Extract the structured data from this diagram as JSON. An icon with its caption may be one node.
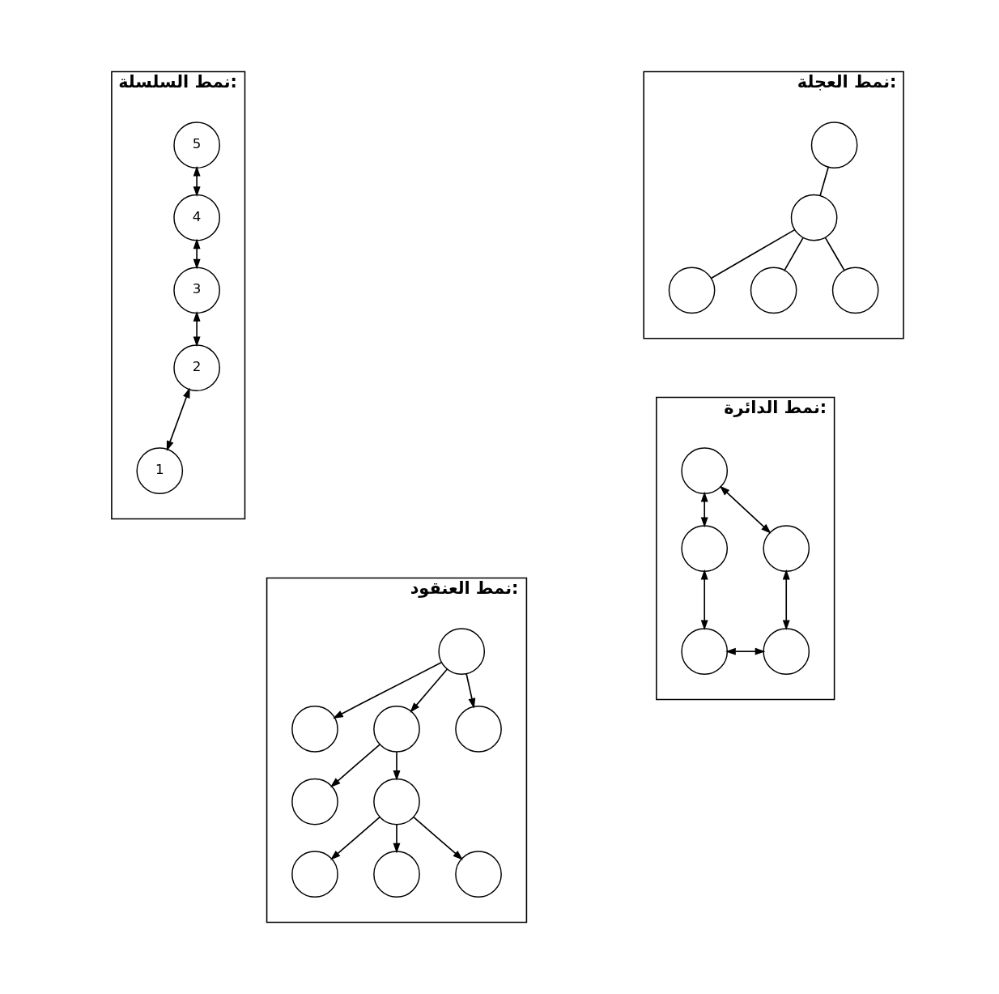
{
  "diagram": {
    "nodes": [
      {
        "text": [
          "نمط العجلة:"
        ]
      },
      {
        "text": [],
        "shape": "circle",
        "in": 0
      },
      {
        "text": [],
        "shape": "circle",
        "in": 0
      },
      {
        "text": [],
        "shape": "circle",
        "in": 0
      },
      {
        "text": [],
        "shape": "circle",
        "in": 0
      },
      {
        "text": [],
        "shape": "circle",
        "in": 0
      },
      {
        "text": [
          "نمط السلسلة:"
        ]
      },
      {
        "text": [
          "5"
        ],
        "in": 6
      },
      {
        "text": [
          "4"
        ],
        "in": 6
      },
      {
        "text": [
          "3"
        ],
        "in": 6
      },
      {
        "text": [
          "2"
        ],
        "in": 6
      },
      {
        "text": [
          "1"
        ],
        "in": 6
      },
      {
        "text": [
          "نمط الدائرة:"
        ]
      },
      {
        "text": [],
        "shape": "circle",
        "in": 12
      },
      {
        "text": [],
        "shape": "circle",
        "in": 12
      },
      {
        "text": [],
        "shape": "circle",
        "in": 12
      },
      {
        "text": [],
        "shape": "circle",
        "in": 12
      },
      {
        "text": [],
        "shape": "circle",
        "in": 12
      },
      {
        "text": [
          "نمط العنقود:"
        ]
      },
      {
        "text": [],
        "shape": "circle",
        "in": 18
      },
      {
        "text": [],
        "shape": "circle",
        "in": 18
      },
      {
        "text": [],
        "shape": "circle",
        "in": 18
      },
      {
        "text": [],
        "shape": "circle",
        "in": 18
      },
      {
        "text": [],
        "shape": "circle",
        "in": 18
      },
      {
        "text": [],
        "shape": "circle",
        "in": 18
      },
      {
        "text": [],
        "shape": "circle",
        "in": 18
      },
      {
        "text": [],
        "shape": "circle",
        "in": 18
      },
      {
        "text": [],
        "shape": "circle",
        "in": 18
      }
    ],
    "edges": [
      {
        "from": 1,
        "to": 3,
        "arrow": "none"
      },
      {
        "from": 2,
        "to": 3,
        "arrow": "none"
      },
      {
        "from": 3,
        "to": 4,
        "arrow": "none"
      },
      {
        "from": 3,
        "to": 5,
        "arrow": "none"
      },
      {
        "from": 7,
        "to": 8,
        "arrow": "both"
      },
      {
        "from": 8,
        "to": 9,
        "arrow": "both"
      },
      {
        "from": 9,
        "to": 10,
        "arrow": "both"
      },
      {
        "from": 10,
        "to": 11,
        "arrow": "both"
      },
      {
        "from": 13,
        "to": 14,
        "arrow": "both"
      },
      {
        "from": 13,
        "to": 15,
        "arrow": "both"
      },
      {
        "from": 14,
        "to": 16,
        "arrow": "both"
      },
      {
        "from": 15,
        "to": 17,
        "arrow": "both"
      },
      {
        "from": 16,
        "to": 17,
        "arrow": "both"
      },
      {
        "from": 26,
        "to": 24,
        "arrow": "to"
      },
      {
        "from": 26,
        "to": 25,
        "arrow": "to"
      },
      {
        "from": 26,
        "to": 27,
        "arrow": "to"
      },
      {
        "from": 25,
        "to": 21,
        "arrow": "to"
      },
      {
        "from": 25,
        "to": 22,
        "arrow": "to"
      },
      {
        "from": 22,
        "to": 19,
        "arrow": "to"
      },
      {
        "from": 22,
        "to": 20,
        "arrow": "to"
      },
      {
        "from": 22,
        "to": 23,
        "arrow": "to"
      }
    ]
  }
}
